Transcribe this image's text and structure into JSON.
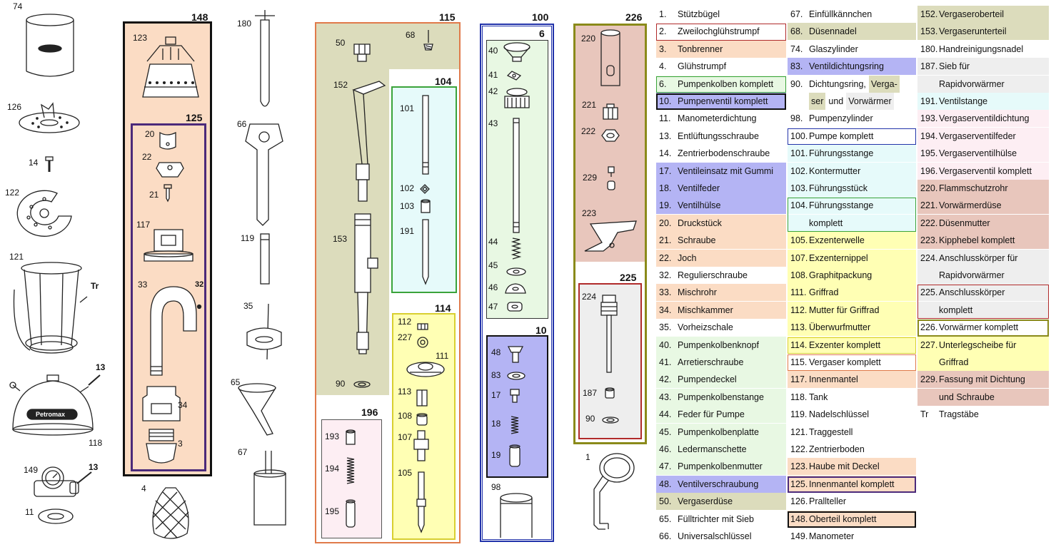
{
  "colors": {
    "orange": "#fbdcc4",
    "orange_border": "#e07a4a",
    "purple": "#4b2a7a",
    "blue_border": "#2233aa",
    "blue_fill": "#b4b4f4",
    "cyan": "#e6fafa",
    "green_border": "#3aa33a",
    "green_fill": "#e8f8e3",
    "yellow": "#ffffb4",
    "yellow_border": "#d8cf30",
    "pink": "#fdeef3",
    "olive": "#dcdcbc",
    "olive_border": "#8a8a1a",
    "rose": "#e8c6bc",
    "grey": "#eeeeee",
    "red_border": "#b02a2a",
    "black_border": "#111111"
  },
  "diagram": {
    "group_labels": {
      "g148": "148",
      "g125": "125",
      "g115": "115",
      "g104": "104",
      "g114": "114",
      "g196": "196",
      "g100": "100",
      "g6": "6",
      "g10": "10",
      "g226": "226",
      "g225": "225"
    },
    "callouts": {
      "p74": "74",
      "p126": "126",
      "p14": "14",
      "p122": "122",
      "p121": "121",
      "tr": "Tr",
      "p13a": "13",
      "p118": "118",
      "p149": "149",
      "p13b": "13",
      "p11": "11",
      "p4": "4",
      "p123": "123",
      "p20": "20",
      "p22": "22",
      "p21": "21",
      "p117": "117",
      "p33": "33",
      "p32": "32",
      "p34": "34",
      "p3": "3",
      "p180": "180",
      "p66": "66",
      "p119": "119",
      "p35": "35",
      "p65": "65",
      "p67": "67",
      "p50": "50",
      "p68": "68",
      "p152": "152",
      "p153": "153",
      "p90a": "90",
      "p101": "101",
      "p102": "102",
      "p103": "103",
      "p191": "191",
      "p112": "112",
      "p227": "227",
      "p111": "111",
      "p113": "113",
      "p108": "108",
      "p107": "107",
      "p105": "105",
      "p193": "193",
      "p194": "194",
      "p195": "195",
      "p40": "40",
      "p41": "41",
      "p42": "42",
      "p43": "43",
      "p44": "44",
      "p45": "45",
      "p46": "46",
      "p47": "47",
      "p48": "48",
      "p83": "83",
      "p17": "17",
      "p18": "18",
      "p19": "19",
      "p98": "98",
      "p220": "220",
      "p221": "221",
      "p222": "222",
      "p229": "229",
      "p223": "223",
      "p224": "224",
      "p187": "187",
      "p90b": "90",
      "p1": "1"
    },
    "brand": "Petromax"
  },
  "legend": {
    "col1": [
      {
        "n": "1.",
        "t": "Stützbügel",
        "bg": "",
        "bd": ""
      },
      {
        "n": "2.",
        "t": "Zweilochglühstrumpf",
        "bg": "",
        "bd": "red"
      },
      {
        "n": "3.",
        "t": "Tonbrenner",
        "bg": "orange",
        "bd": ""
      },
      {
        "n": "4.",
        "t": "Glühstrumpf",
        "bg": "",
        "bd": ""
      },
      {
        "n": "6.",
        "t": "Pumpenkolben komplett",
        "bg": "green",
        "bd": "green"
      },
      {
        "n": "10.",
        "t": "Pumpenventil komplett",
        "bg": "blue",
        "bd": "black"
      },
      {
        "n": "11.",
        "t": "Manometerdichtung",
        "bg": "",
        "bd": ""
      },
      {
        "n": "13.",
        "t": "Entlüftungsschraube",
        "bg": "",
        "bd": ""
      },
      {
        "n": "14.",
        "t": "Zentrierbodenschraube",
        "bg": "",
        "bd": ""
      },
      {
        "n": "17.",
        "t": "Ventileinsatz mit Gummi",
        "bg": "blue",
        "bd": ""
      },
      {
        "n": "18.",
        "t": "Ventilfeder",
        "bg": "blue",
        "bd": ""
      },
      {
        "n": "19.",
        "t": "Ventilhülse",
        "bg": "blue",
        "bd": ""
      },
      {
        "n": "20.",
        "t": "Druckstück",
        "bg": "orange",
        "bd": ""
      },
      {
        "n": "21.",
        "t": "Schraube",
        "bg": "orange",
        "bd": ""
      },
      {
        "n": "22.",
        "t": "Joch",
        "bg": "orange",
        "bd": ""
      },
      {
        "n": "32.",
        "t": "Regulierschraube",
        "bg": "",
        "bd": ""
      },
      {
        "n": "33.",
        "t": "Mischrohr",
        "bg": "orange",
        "bd": ""
      },
      {
        "n": "34.",
        "t": "Mischkammer",
        "bg": "orange",
        "bd": ""
      },
      {
        "n": "35.",
        "t": "Vorheizschale",
        "bg": "",
        "bd": ""
      },
      {
        "n": "40.",
        "t": "Pumpenkolbenknopf",
        "bg": "green",
        "bd": ""
      },
      {
        "n": "41.",
        "t": "Arretierschraube",
        "bg": "green",
        "bd": ""
      },
      {
        "n": "42.",
        "t": "Pumpendeckel",
        "bg": "green",
        "bd": ""
      },
      {
        "n": "43.",
        "t": "Pumpenkolbenstange",
        "bg": "green",
        "bd": ""
      },
      {
        "n": "44.",
        "t": "Feder für Pumpe",
        "bg": "green",
        "bd": ""
      },
      {
        "n": "45.",
        "t": "Pumpenkolbenplatte",
        "bg": "green",
        "bd": ""
      },
      {
        "n": "46.",
        "t": "Ledermanschette",
        "bg": "green",
        "bd": ""
      },
      {
        "n": "47.",
        "t": "Pumpenkolbenmutter",
        "bg": "green",
        "bd": ""
      },
      {
        "n": "48.",
        "t": "Ventilverschraubung",
        "bg": "blue",
        "bd": ""
      },
      {
        "n": "50.",
        "t": "Vergaserdüse",
        "bg": "olive",
        "bd": ""
      },
      {
        "n": "65.",
        "t": "Fülltrichter mit Sieb",
        "bg": "",
        "bd": ""
      },
      {
        "n": "66.",
        "t": "Universalschlüssel",
        "bg": "",
        "bd": ""
      }
    ],
    "col2": [
      {
        "n": "67.",
        "t": "Einfüllkännchen",
        "bg": "",
        "bd": ""
      },
      {
        "n": "68.",
        "t": "Düsennadel",
        "bg": "olive",
        "bd": ""
      },
      {
        "n": "74.",
        "t": "Glaszylinder",
        "bg": "",
        "bd": ""
      },
      {
        "n": "83.",
        "t": "Ventildichtungsring",
        "bg": "blue",
        "bd": ""
      },
      {
        "n": "90.",
        "t": "Dichtungsring,",
        "t2": "Verga-",
        "bg": "",
        "bd": ""
      },
      {
        "n": "",
        "t": "",
        "t2": "ser",
        "t3": "und",
        "t4": "Vorwärmer",
        "bg": "",
        "bd": ""
      },
      {
        "n": "98.",
        "t": "Pumpenzylinder",
        "bg": "",
        "bd": ""
      },
      {
        "n": "100.",
        "t": "Pumpe komplett",
        "bg": "",
        "bd": "blue"
      },
      {
        "n": "101.",
        "t": "Führungsstange",
        "bg": "cyan",
        "bd": ""
      },
      {
        "n": "102.",
        "t": "Kontermutter",
        "bg": "cyan",
        "bd": ""
      },
      {
        "n": "103.",
        "t": "Führungsstück",
        "bg": "cyan",
        "bd": ""
      },
      {
        "n": "104.",
        "t": "Führungsstange",
        "bg": "cyan",
        "bd": "green"
      },
      {
        "n": "",
        "t": "komplett",
        "bg": "cyan",
        "bd": "green"
      },
      {
        "n": "105.",
        "t": "Exzenterwelle",
        "bg": "yellow",
        "bd": ""
      },
      {
        "n": "107.",
        "t": "Exzenternippel",
        "bg": "yellow",
        "bd": ""
      },
      {
        "n": "108.",
        "t": "Graphitpackung",
        "bg": "yellow",
        "bd": ""
      },
      {
        "n": "111.",
        "t": "Griffrad",
        "bg": "yellow",
        "bd": ""
      },
      {
        "n": "112.",
        "t": "Mutter für Griffrad",
        "bg": "yellow",
        "bd": ""
      },
      {
        "n": "113.",
        "t": "Überwurfmutter",
        "bg": "yellow",
        "bd": ""
      },
      {
        "n": "114.",
        "t": "Exzenter komplett",
        "bg": "yellow",
        "bd": "yellow"
      },
      {
        "n": "115.",
        "t": "Vergaser komplett",
        "bg": "",
        "bd": "orange"
      },
      {
        "n": "117.",
        "t": "Innenmantel",
        "bg": "orange",
        "bd": ""
      },
      {
        "n": "118.",
        "t": "Tank",
        "bg": "",
        "bd": ""
      },
      {
        "n": "119.",
        "t": "Nadelschlüssel",
        "bg": "",
        "bd": ""
      },
      {
        "n": "121.",
        "t": "Traggestell",
        "bg": "",
        "bd": ""
      },
      {
        "n": "122.",
        "t": "Zentrierboden",
        "bg": "",
        "bd": ""
      },
      {
        "n": "123.",
        "t": "Haube mit Deckel",
        "bg": "orange",
        "bd": ""
      },
      {
        "n": "125.",
        "t": "Innenmantel komplett",
        "bg": "orange",
        "bd": "purple"
      },
      {
        "n": "126.",
        "t": "Prallteller",
        "bg": "",
        "bd": ""
      },
      {
        "n": "148.",
        "t": "Oberteil komplett",
        "bg": "orange",
        "bd": "black"
      },
      {
        "n": "149.",
        "t": "Manometer",
        "bg": "",
        "bd": ""
      }
    ],
    "col3": [
      {
        "n": "152.",
        "t": "Vergaseroberteil",
        "bg": "olive",
        "bd": ""
      },
      {
        "n": "153.",
        "t": "Vergaserunterteil",
        "bg": "olive",
        "bd": ""
      },
      {
        "n": "180.",
        "t": "Handreinigungsnadel",
        "bg": "",
        "bd": ""
      },
      {
        "n": "187.",
        "t": "Sieb für",
        "bg": "grey",
        "bd": ""
      },
      {
        "n": "",
        "t": "Rapidvorwärmer",
        "bg": "grey",
        "bd": ""
      },
      {
        "n": "191.",
        "t": "Ventilstange",
        "bg": "cyan",
        "bd": ""
      },
      {
        "n": "193.",
        "t": "Vergaserventildichtung",
        "bg": "pink",
        "bd": ""
      },
      {
        "n": "194.",
        "t": "Vergaserventilfeder",
        "bg": "pink",
        "bd": ""
      },
      {
        "n": "195.",
        "t": "Vergaserventilhülse",
        "bg": "pink",
        "bd": ""
      },
      {
        "n": "196.",
        "t": "Vergaserventil komplett",
        "bg": "pink",
        "bd": ""
      },
      {
        "n": "220.",
        "t": "Flammschutzrohr",
        "bg": "rose",
        "bd": ""
      },
      {
        "n": "221.",
        "t": "Vorwärmerdüse",
        "bg": "rose",
        "bd": ""
      },
      {
        "n": "222.",
        "t": "Düsenmutter",
        "bg": "rose",
        "bd": ""
      },
      {
        "n": "223.",
        "t": "Kipphebel komplett",
        "bg": "rose",
        "bd": ""
      },
      {
        "n": "224.",
        "t": "Anschlusskörper für",
        "bg": "grey",
        "bd": ""
      },
      {
        "n": "",
        "t": "Rapidvorwärmer",
        "bg": "grey",
        "bd": ""
      },
      {
        "n": "225.",
        "t": "Anschlusskörper",
        "bg": "grey",
        "bd": "red"
      },
      {
        "n": "",
        "t": "komplett",
        "bg": "grey",
        "bd": "red"
      },
      {
        "n": "226.",
        "t": "Vorwärmer komplett",
        "bg": "",
        "bd": "olive"
      },
      {
        "n": "227.",
        "t": "Unterlegscheibe für",
        "bg": "yellow",
        "bd": ""
      },
      {
        "n": "",
        "t": "Griffrad",
        "bg": "yellow",
        "bd": ""
      },
      {
        "n": "229.",
        "t": "Fassung mit Dichtung",
        "bg": "rose",
        "bd": ""
      },
      {
        "n": "",
        "t": "und Schraube",
        "bg": "rose",
        "bd": ""
      },
      {
        "n": "Tr",
        "t": "Tragstäbe",
        "bg": "",
        "bd": ""
      }
    ]
  }
}
